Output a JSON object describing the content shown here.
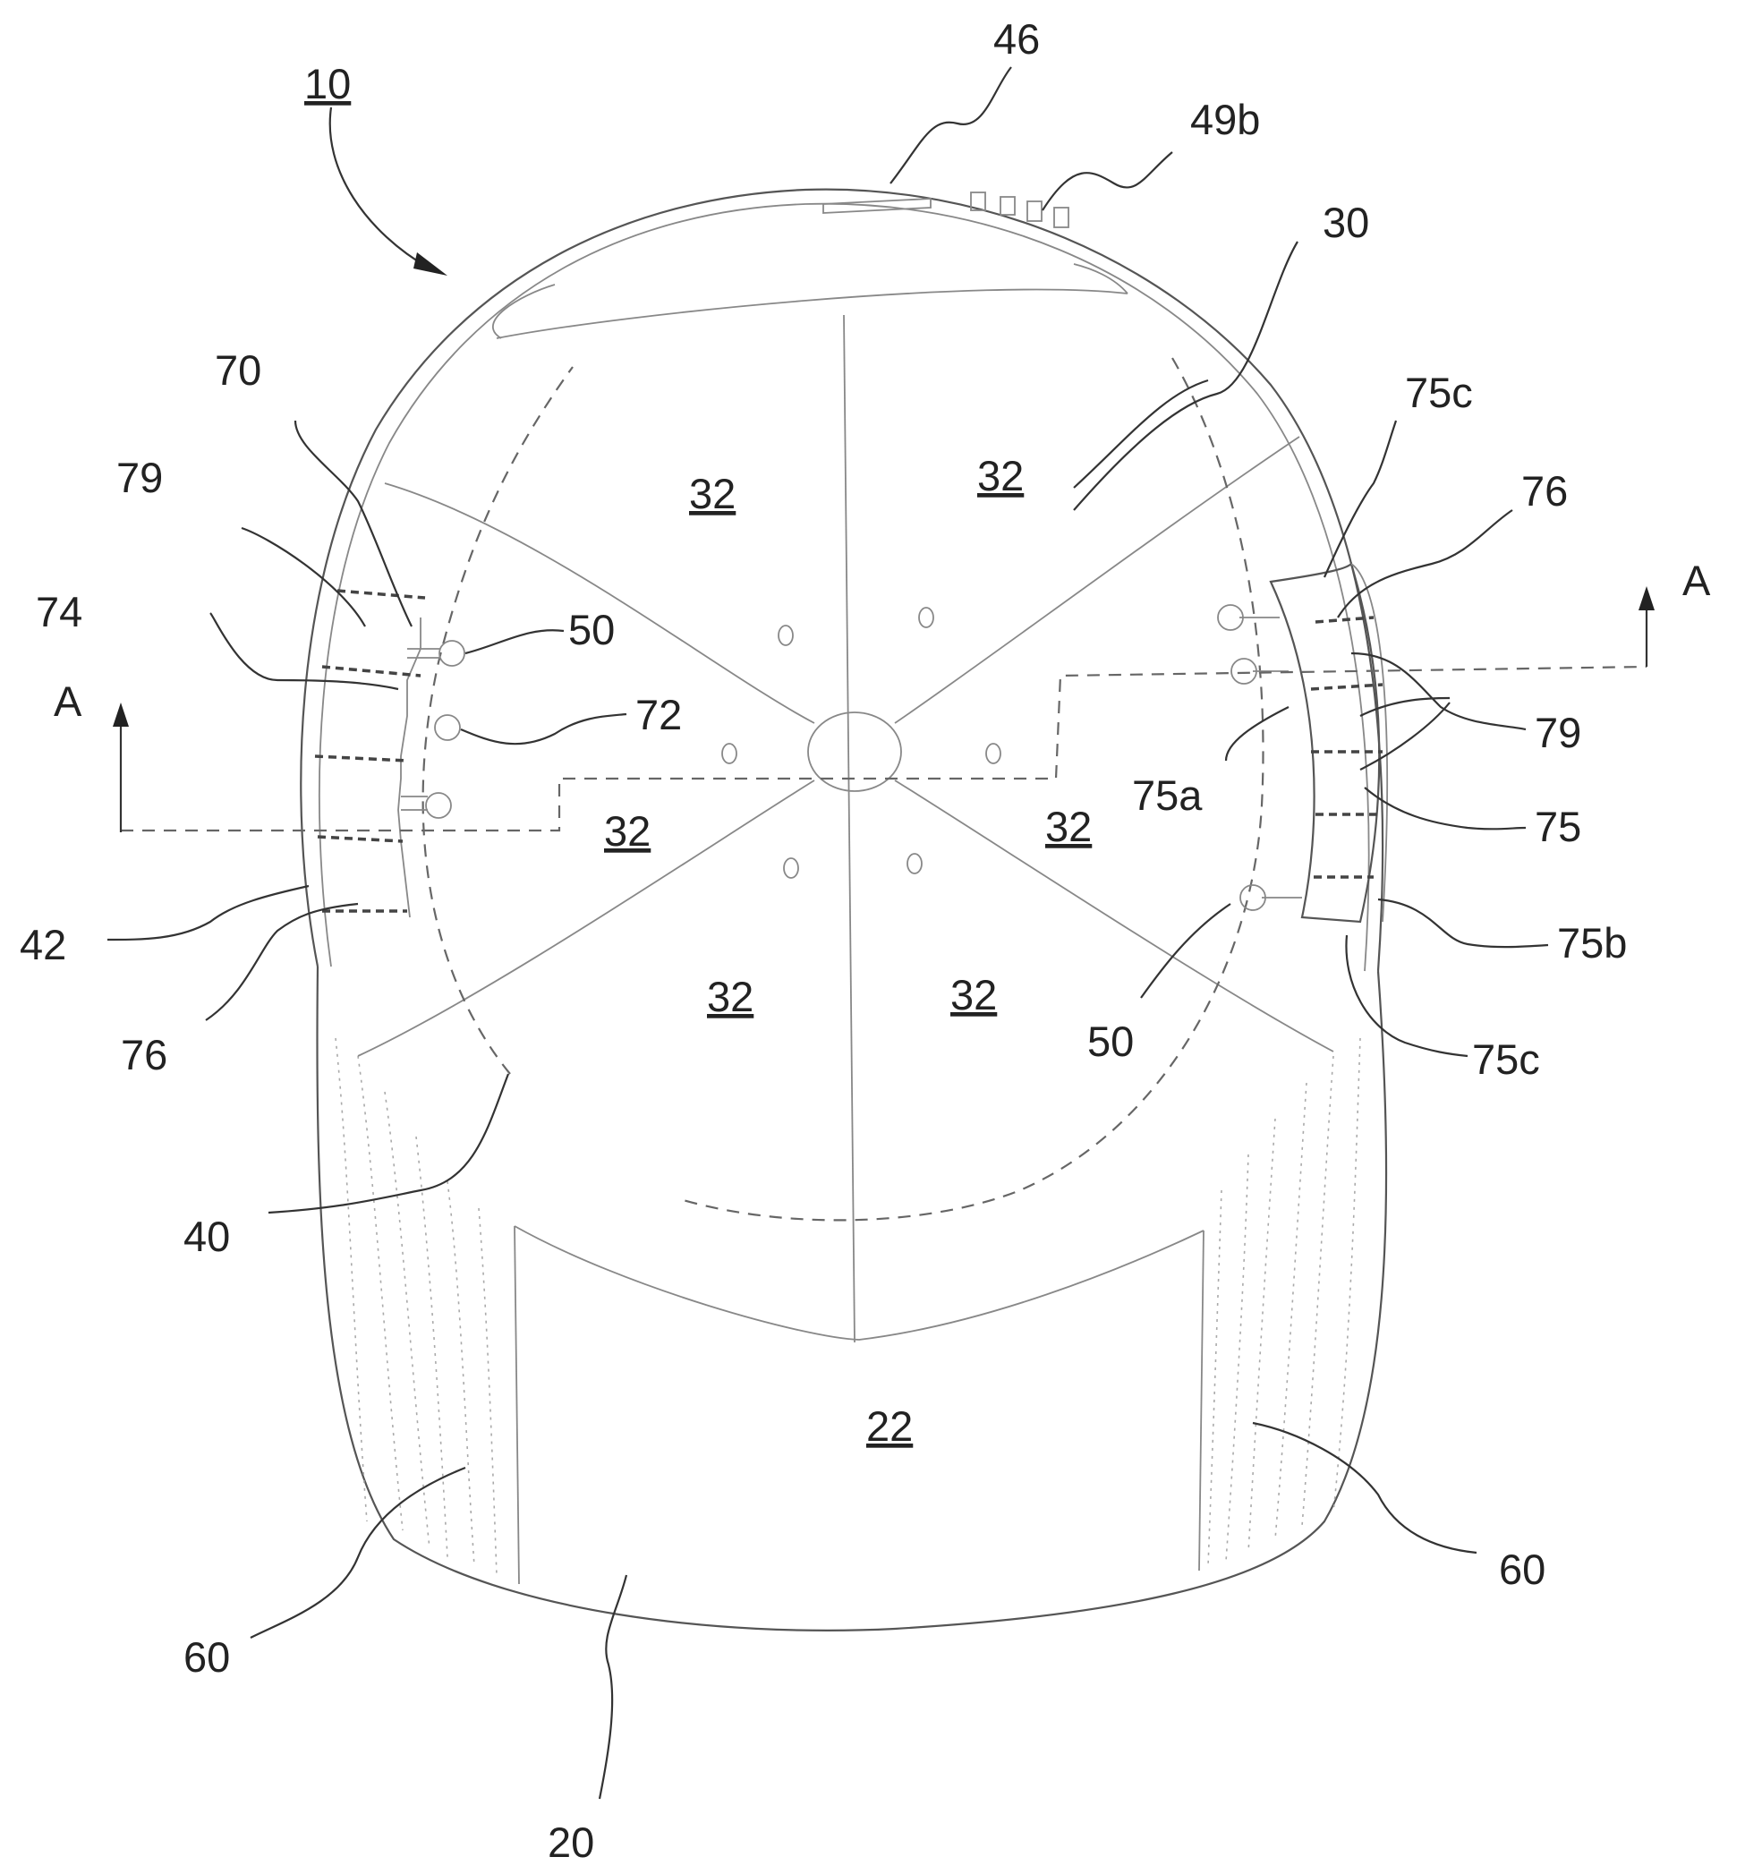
{
  "labels": {
    "l10": "10",
    "l46": "46",
    "l49b": "49b",
    "l30": "30",
    "l75c_top": "75c",
    "l76_right": "76",
    "lA_right": "A",
    "l79_right": "79",
    "l75a": "75a",
    "l75": "75",
    "l75b": "75b",
    "l75c_bottom": "75c",
    "l50_right": "50",
    "l70": "70",
    "l79_left": "79",
    "l74": "74",
    "l50_left": "50",
    "l72": "72",
    "lA_left": "A",
    "l42": "42",
    "l76_left": "76",
    "l40": "40",
    "l60_left": "60",
    "l60_right": "60",
    "l20": "20",
    "l22": "22",
    "p32_tl": "32",
    "p32_tr": "32",
    "p32_ml": "32",
    "p32_mr": "32",
    "p32_bl": "32",
    "p32_br": "32"
  }
}
